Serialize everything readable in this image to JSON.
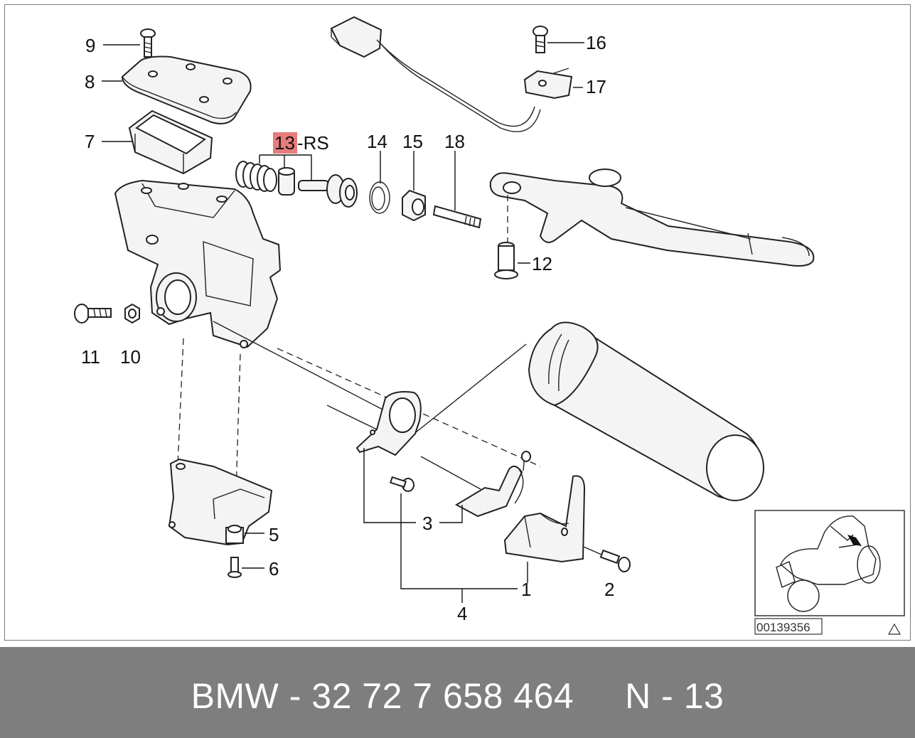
{
  "diagram": {
    "callouts": {
      "c1": "1",
      "c2": "2",
      "c3": "3",
      "c4": "4",
      "c5": "5",
      "c6": "6",
      "c7": "7",
      "c8": "8",
      "c9": "9",
      "c10": "10",
      "c11": "11",
      "c12": "12",
      "c13": "13",
      "c13_suffix": "-RS",
      "c14": "14",
      "c15": "15",
      "c16": "16",
      "c17": "17",
      "c18": "18"
    },
    "highlight_color": "#e87b7b",
    "inset_reference": "00139356"
  },
  "footer": {
    "brand": "BMW",
    "part_number": "BMW - 32 72 7 658 464     N - 13"
  },
  "colors": {
    "footer_background": "#7e7e7e",
    "footer_text": "#ffffff",
    "line_art": "#222222"
  }
}
